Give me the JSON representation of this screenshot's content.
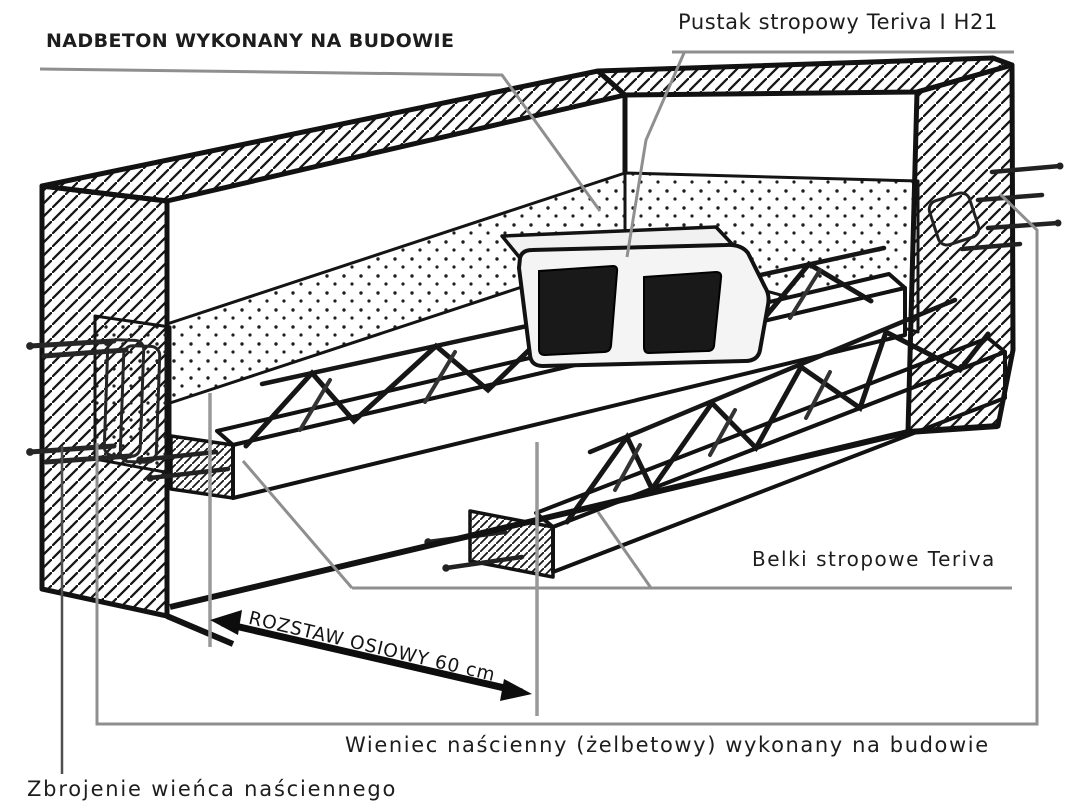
{
  "diagram": {
    "type": "construction-detail-isometric",
    "labels": {
      "nadbeton": "NADBETON WYKONANY NA BUDOWIE",
      "pustak": "Pustak stropowy Teriva I H21",
      "belki": "Belki stropowe Teriva",
      "wieniec": "Wieniec naścienny (żelbetowy) wykonany na budowie",
      "zbrojenie": "Zbrojenie wieńca naściennego"
    },
    "dimension": {
      "label": "ROZSTAW OSIOWY",
      "value": "60 cm",
      "text": "ROZSTAW OSIOWY 60 cm"
    },
    "colors": {
      "background": "#ffffff",
      "line": "#141414",
      "leader": "#8f8f8f",
      "zbrojenie_leader": "#4f4f4f",
      "chamber_fill": "#191919",
      "block_fill": "#f4f4f4"
    }
  }
}
